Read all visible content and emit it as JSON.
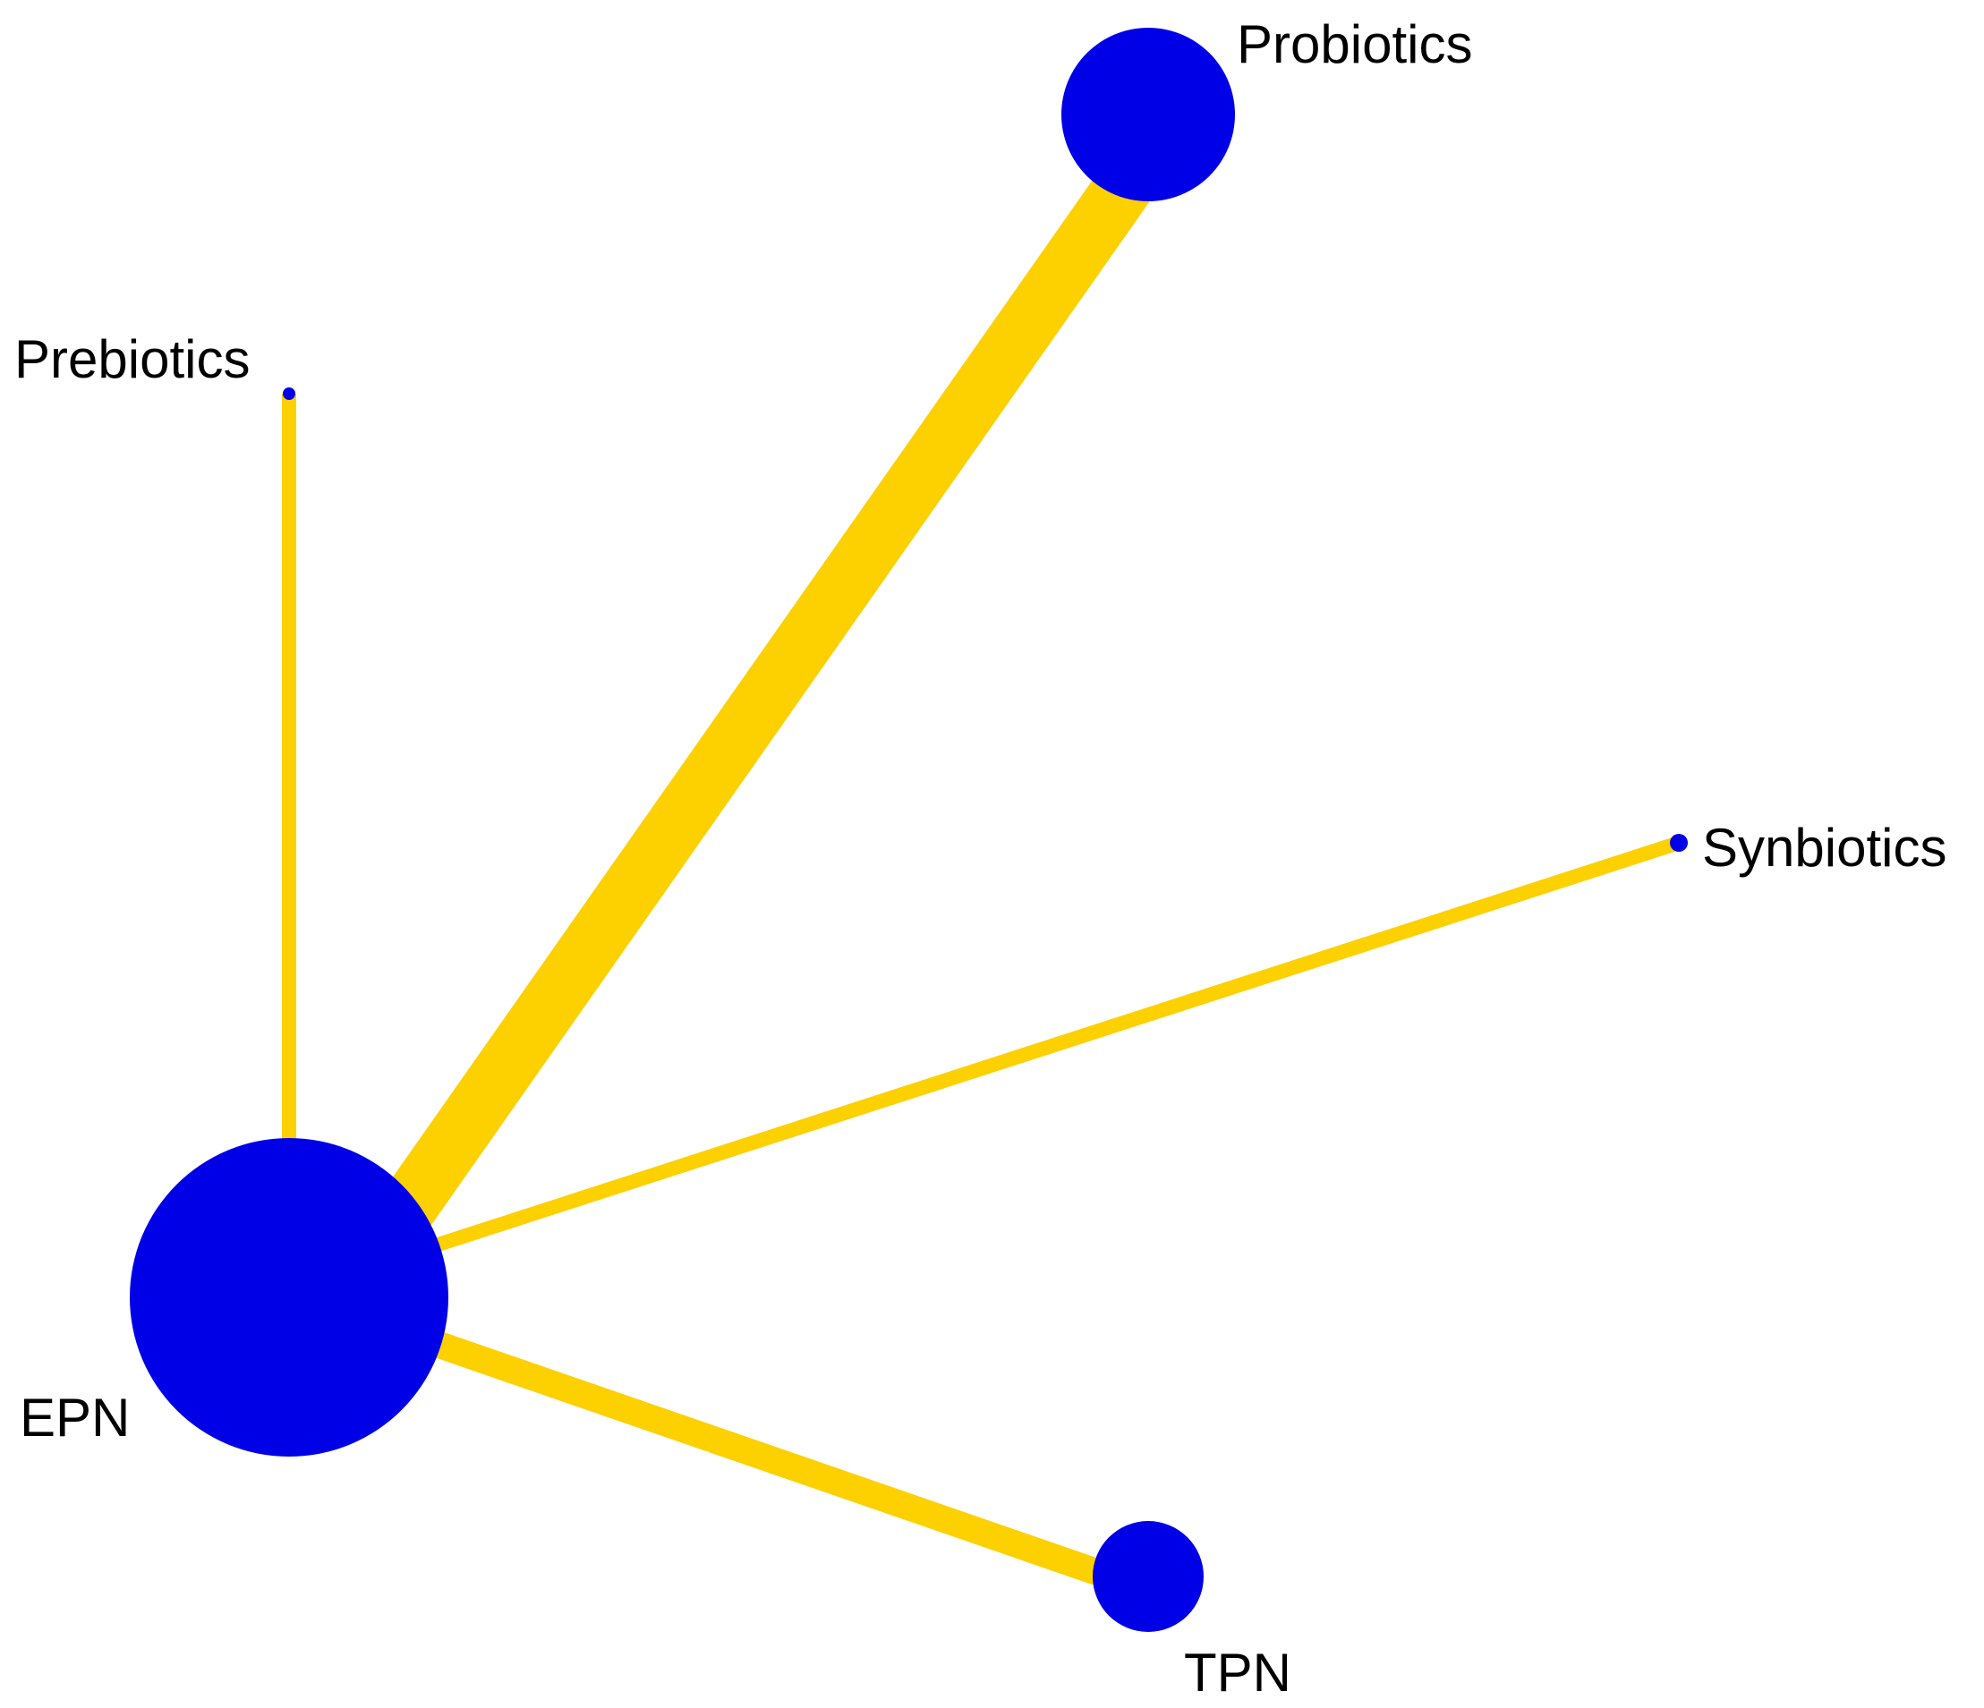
{
  "colors": {
    "node": "#0000e6",
    "edge": "#fdd000",
    "label": "#000000",
    "background": "#ffffff"
  },
  "nodes": [
    {
      "id": "EPN",
      "label": "EPN"
    },
    {
      "id": "Probiotics",
      "label": "Probiotics"
    },
    {
      "id": "Prebiotics",
      "label": "Prebiotics"
    },
    {
      "id": "Synbiotics",
      "label": "Synbiotics"
    },
    {
      "id": "TPN",
      "label": "TPN"
    }
  ],
  "edges": [
    {
      "from": "EPN",
      "to": "Prebiotics"
    },
    {
      "from": "EPN",
      "to": "Probiotics"
    },
    {
      "from": "EPN",
      "to": "Synbiotics"
    },
    {
      "from": "EPN",
      "to": "TPN"
    }
  ]
}
